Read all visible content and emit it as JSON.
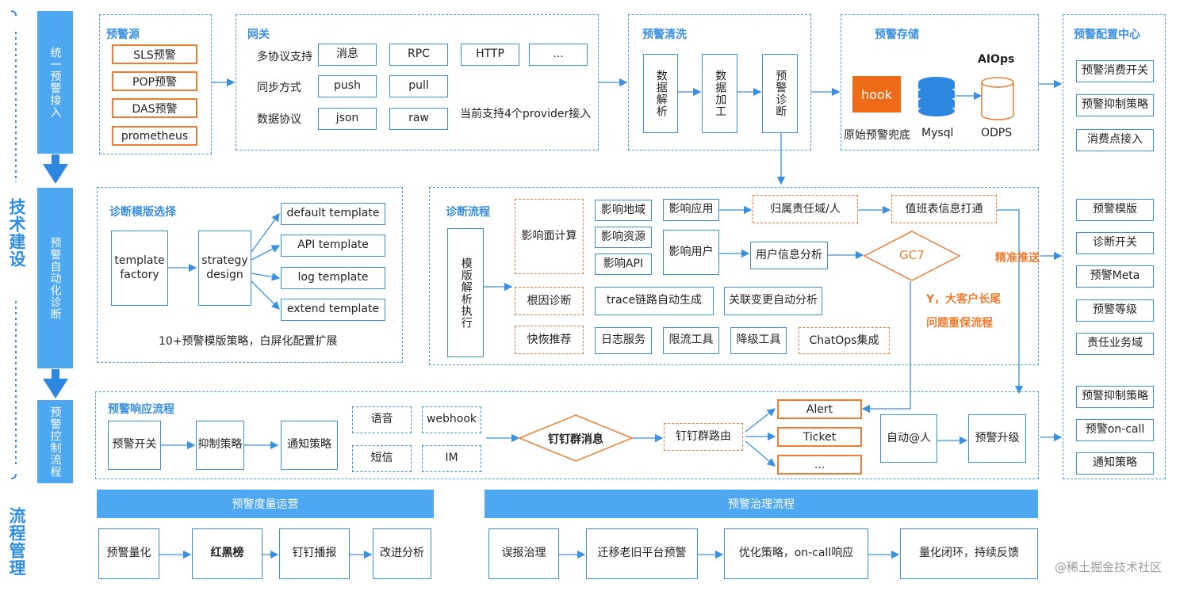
{
  "side": {
    "tech": "技术建设",
    "process": "流程管理",
    "steps": [
      "统一预警接入",
      "预警自动化诊断",
      "预警控制流程"
    ]
  },
  "source": {
    "title": "预警源",
    "items": [
      "SLS预警",
      "POP预警",
      "DAS预警",
      "prometheus"
    ]
  },
  "gateway": {
    "title": "网关",
    "rows": [
      {
        "label": "多协议支持",
        "items": [
          "消息",
          "RPC",
          "HTTP",
          "..."
        ]
      },
      {
        "label": "同步方式",
        "items": [
          "push",
          "pull"
        ]
      },
      {
        "label": "数据协议",
        "items": [
          "json",
          "raw"
        ]
      }
    ],
    "note": "当前支持4个provider接入"
  },
  "cleaning": {
    "title": "预警清洗",
    "steps": [
      "数据解析",
      "数据加工",
      "预警诊断"
    ]
  },
  "storage": {
    "title": "预警存储",
    "hook": "hook",
    "hook_label": "原始预警兜底",
    "mysql": "Mysql",
    "aiops": "AIOps",
    "odps": "ODPS"
  },
  "config": {
    "title": "预警配置中心",
    "group1": [
      "预警消费开关",
      "预警抑制策略",
      "消费点接入"
    ],
    "group2": [
      "预警模版",
      "诊断开关",
      "预警Meta",
      "预警等级",
      "责任业务域"
    ],
    "group3": [
      "预警抑制策略",
      "预警on-call",
      "通知策略"
    ]
  },
  "template_select": {
    "title": "诊断模版选择",
    "factory": "template factory",
    "strategy": "strategy design",
    "templates": [
      "default template",
      "API template",
      "log template",
      "extend template"
    ],
    "note": "10+预警模版策略，白屏化配置扩展"
  },
  "diag": {
    "title": "诊断流程",
    "exec": "模版解析执行",
    "impact": "影响面计算",
    "impact_items": [
      "影响地域",
      "影响资源",
      "影响API"
    ],
    "impact_app": "影响应用",
    "impact_user": "影响用户",
    "owner": "归属责任域/人",
    "duty": "值班表信息打通",
    "user_analysis": "用户信息分析",
    "gc7": "GC7",
    "root": "根因诊断",
    "trace": "trace链路自动生成",
    "change": "关联变更自动分析",
    "recover": "快恢推荐",
    "tools": [
      "日志服务",
      "限流工具",
      "降级工具"
    ],
    "chatops": "ChatOps集成",
    "precise": "精准推送",
    "vip1": "Y，大客户长尾",
    "vip2": "问题重保流程"
  },
  "response": {
    "title": "预警响应流程",
    "steps": [
      "预警开关",
      "抑制策略",
      "通知策略"
    ],
    "channels": [
      "语音",
      "webhook",
      "短信",
      "IM"
    ],
    "ding_msg": "钉钉群消息",
    "ding_route": "钉钉群路由",
    "routes": [
      "Alert",
      "Ticket",
      "..."
    ],
    "auto_at": "自动@人",
    "upgrade": "预警升级"
  },
  "ops": {
    "title": "预警度量运营",
    "steps": [
      "预警量化",
      "红黑榜",
      "钉钉播报",
      "改进分析"
    ]
  },
  "gov": {
    "title": "预警治理流程",
    "steps": [
      "误报治理",
      "迁移老旧平台预警",
      "优化策略，on-call响应",
      "量化闭环，持续反馈"
    ]
  },
  "watermark": "@稀土掘金技术社区",
  "colors": {
    "blue": "#3a8fdf",
    "orange": "#ee7d31",
    "bar": "#4ea7f1"
  }
}
